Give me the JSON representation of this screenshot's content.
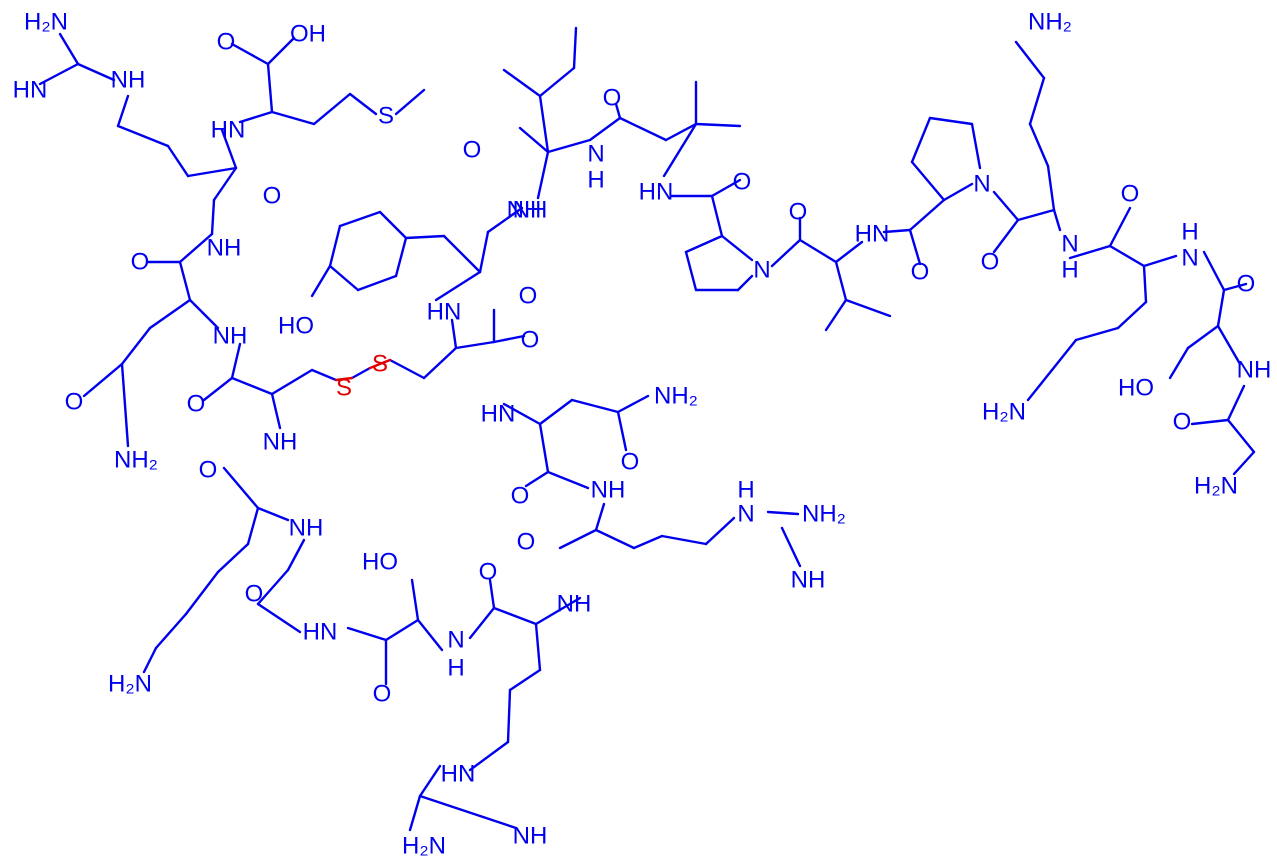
{
  "colors": {
    "backbone": "#0000ee",
    "disulfide": "#e00000",
    "background": "#ffffff"
  },
  "atom_labels": {
    "guan1_nh2": "H₂N",
    "guan1_nh": "HN",
    "guan1_nh_link": "NH",
    "met_oh": "OH",
    "met_o": "O",
    "met_s": "S",
    "met_nh": "HN",
    "arg_o": "O",
    "gln_nh": "NH",
    "gln_o": "O",
    "gln_nh_b": "NH",
    "gln_side_o": "O",
    "gln_nh2": "NH₂",
    "cys1_o": "O",
    "cys1_nh": "NH",
    "ss_s1": "S",
    "ss_s2": "S",
    "tyr_ho": "HO",
    "tyr_nh": "NH",
    "tyr_o": "O",
    "cys2_hn": "HN",
    "cys2_o": "O",
    "asn_hn": "HN",
    "asn_nh2": "NH₂",
    "asn_o": "O",
    "asn_o2": "O",
    "lys1_o": "O",
    "lys1_nh": "NH",
    "lys1_h2n": "H₂N",
    "gly_o": "O",
    "gly_hn": "HN",
    "thr_ho": "HO",
    "thr_nh": "N",
    "thr_h": "H",
    "thr_o": "O",
    "arg2_o": "O",
    "arg2_nh": "NH",
    "arg2_hn": "HN",
    "arg2_h2n": "H₂N",
    "arg2_nh_imine": "NH",
    "arg3_o": "O",
    "arg3_nh": "NH",
    "arg3_h": "H",
    "arg3_n": "N",
    "arg3_nh2": "NH₂",
    "arg3_nh_imine": "NH",
    "ile1_o": "O",
    "ile1_nh": "NH",
    "ile2_n": "N",
    "ile2_h": "H",
    "ile2_o": "O",
    "ile2_hn": "HN",
    "pro1_o": "O",
    "pro1_n": "N",
    "val_o": "O",
    "val_hn": "HN",
    "pro2_o": "O",
    "pro2_n": "N",
    "lys2_nh2": "NH₂",
    "lys2_o": "O",
    "lys2_nh": "N",
    "lys2_h": "H",
    "lys3_o": "O",
    "lys3_h2n": "H₂N",
    "ser_h": "H",
    "ser_n": "N",
    "ser_o": "O",
    "ser_ho": "HO",
    "gly2_nh": "NH",
    "gly2_o": "O",
    "gly2_h2n": "H₂N"
  }
}
